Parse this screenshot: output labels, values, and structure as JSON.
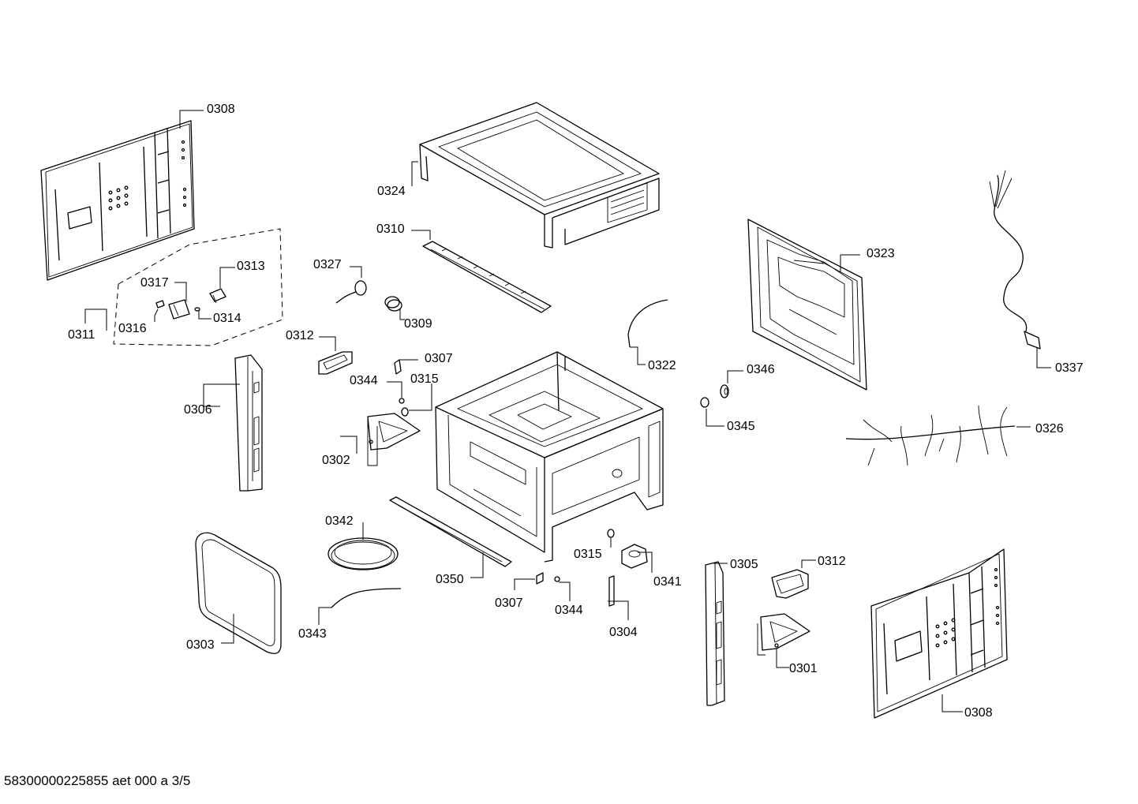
{
  "footer": "58300000225855 aet 000 a 3/5",
  "labels": [
    "0308",
    "0324",
    "0310",
    "0327",
    "0309",
    "0313",
    "0317",
    "0314",
    "0316",
    "0311",
    "0312",
    "0307",
    "0315",
    "0344",
    "0306",
    "0302",
    "0323",
    "0322",
    "0346",
    "0345",
    "0337",
    "0326",
    "0342",
    "0350",
    "0307",
    "0344",
    "0315",
    "0341",
    "0304",
    "0305",
    "0312",
    "0301",
    "0303",
    "0343",
    "0308"
  ]
}
